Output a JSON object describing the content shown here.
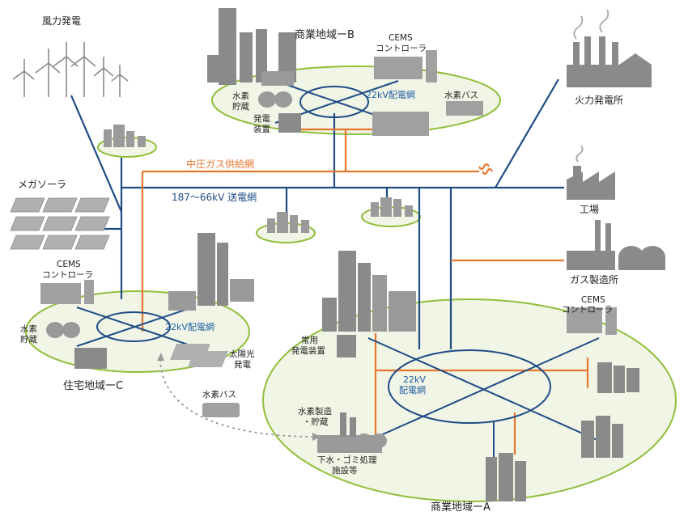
{
  "colors": {
    "power_line": "#1f4c85",
    "gas_line": "#e8772e",
    "area_fill": "#f1f5e6",
    "area_border": "#8fbf3a",
    "building": "#8a8a8a"
  },
  "labels": {
    "wind": "風力発電",
    "thermal": "火力発電所",
    "mega_solar": "メガソーラ",
    "factory": "工場",
    "gas_plant": "ガス製造所",
    "gas_network": "中圧ガス供給網",
    "power_network": "187～66kV 送電網",
    "area_a": "商業地域ーA",
    "area_b": "商業地域ーB",
    "area_c": "住宅地域ーC",
    "b_cems_1": "CEMS",
    "b_cems_2": "コントローラ",
    "b_h2_storage_1": "水素",
    "b_h2_storage_2": "貯蔵",
    "b_gen_1": "発電",
    "b_gen_2": "装置",
    "b_grid": "22kV配電網",
    "b_bus": "水素バス",
    "c_cems_1": "CEMS",
    "c_cems_2": "コントローラ",
    "c_h2_storage_1": "水素",
    "c_h2_storage_2": "貯蔵",
    "c_grid": "22kV配電網",
    "c_solar_1": "太陽光",
    "c_solar_2": "発電",
    "bus": "水素バス",
    "a_cems_1": "CEMS",
    "a_cems_2": "コントローラ",
    "a_standby_1": "常用",
    "a_standby_2": "発電装置",
    "a_grid_1": "22kV",
    "a_grid_2": "配電網",
    "a_h2_prod_1": "水素製造",
    "a_h2_prod_2": "・貯蔵",
    "a_sewage_1": "下水・ゴミ処理",
    "a_sewage_2": "施設等"
  }
}
